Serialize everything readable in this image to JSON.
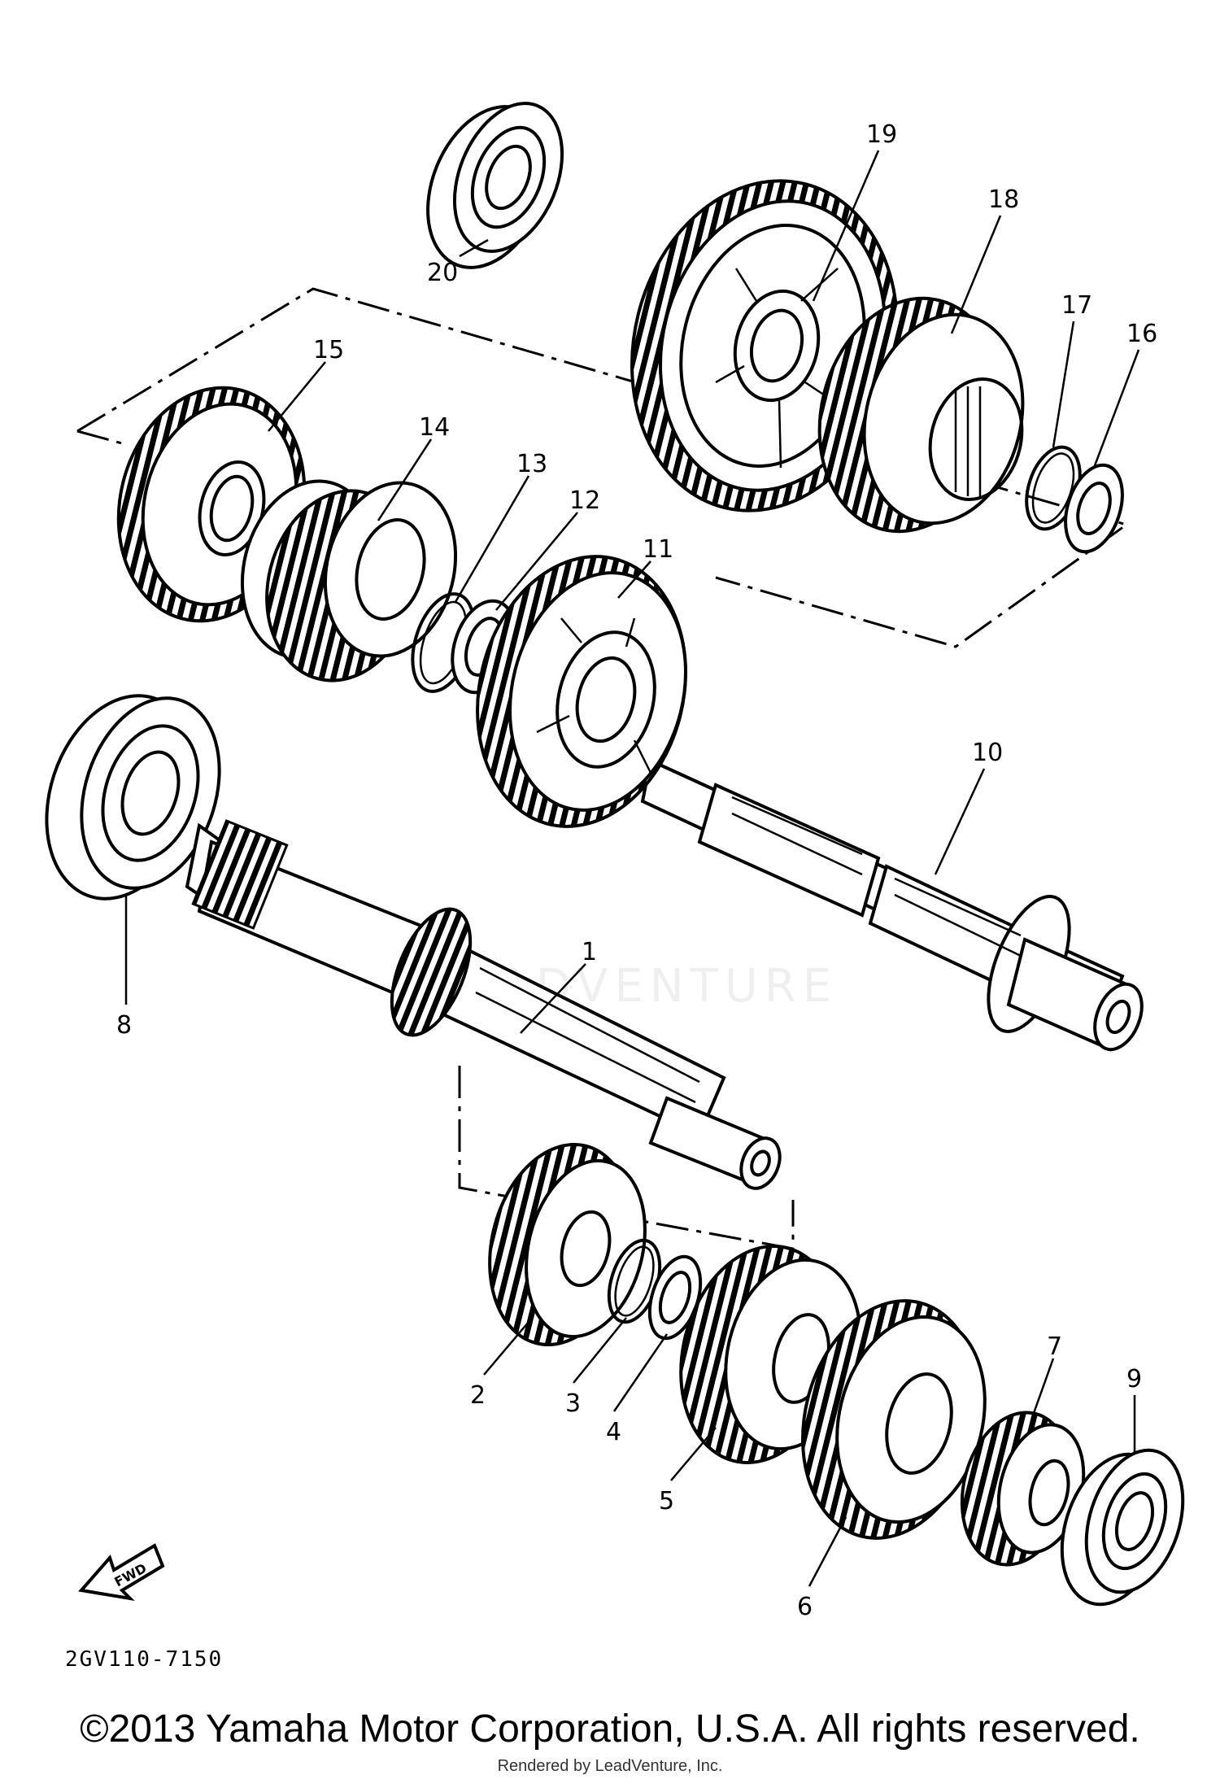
{
  "diagram": {
    "part_labels": [
      "1",
      "2",
      "3",
      "4",
      "5",
      "6",
      "7",
      "8",
      "9",
      "10",
      "11",
      "12",
      "13",
      "14",
      "15",
      "16",
      "17",
      "18",
      "19",
      "20"
    ],
    "drawing_code": "2GV110-7150",
    "direction_label": "FWD",
    "copyright": "©2013 Yamaha Motor Corporation, U.S.A. All rights reserved.",
    "rendered_by": "Rendered by LeadVenture, Inc.",
    "watermark": "LEADVENTURE"
  }
}
